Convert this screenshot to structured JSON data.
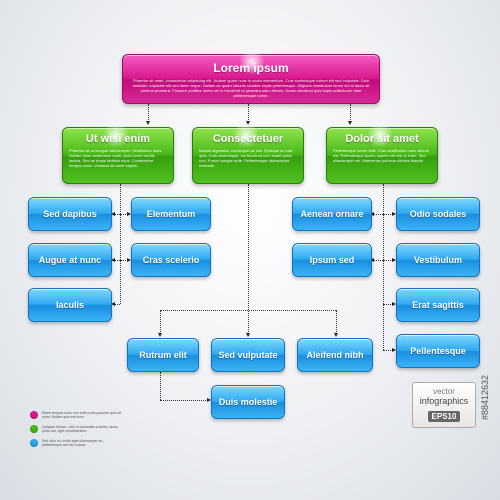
{
  "top": {
    "title": "Lorem ipsum",
    "text": "Pharetra sit amet, consectetur adipiscing elit. Nullam quam nunc is sociis elementum. Cras scelerisque rutrum elit sed vulputate. Duis molestie vulputate elit sed dulet neque. Nullam ac quam lobortis sodales turpis pellentesque. Aliquam vestibulum lorem dui id lacus sit pretium pharetra. Posuere porttitor lorem vel in hendrerit et pharetra odio ultrices. Donec tincidunt quis turpis sollicitudin vitae pellentesque lorem."
  },
  "groups": [
    {
      "title": "Ut wisi enim",
      "text": "Pharetra sit ut congue ullamcorper. Vestibulum risus. Nullam vitae vestibulum nulla. Quis lorem iaculis lacinia. Sed ac turpis facilisis risus. Consectetur tempus dolor. Vivamus sit amet sapien."
    },
    {
      "title": "Consectetuer",
      "text": "Mauris dignissim, consequat ac nisi. Quisque ac erat quis. Cras scelerisque, est tincidunt cum sodet porta non. Fusce congue ante. Pellentesque ullamcorper molestie."
    },
    {
      "title": "Dolor sit amet",
      "text": "Pellentesque lorem velit. Cras vestibulum nunc dictum est. Pellentesque quam, sapien vel nisi ut enim. Sed ullamcorper vel. Maecenas pulvinar ultrices blandit."
    }
  ],
  "nodes": {
    "sed_dapibus": "Sed dapibus",
    "elementum": "Elementum",
    "augue": "Augue at nunc",
    "cras": "Cras scelerio",
    "iaculis": "Iaculis",
    "aenean": "Aenean ornare",
    "odio": "Odio sodales",
    "ipsum": "Ipsum sed",
    "vestibulum": "Vestibulum",
    "erat": "Erat sagittis",
    "pellentesque": "Pellentesque",
    "rutrum": "Rutrum elit",
    "sed_vulputate": "Sed vulputate",
    "aleifend": "Aleifend nibh",
    "duis": "Duis molestie"
  },
  "legend": [
    {
      "color": "#d9198f",
      "text": "Etiam tempus nunc non ante porta posuere quis sit enim. Nullam quis est nunc."
    },
    {
      "color": "#49b81a",
      "text": "Quisque dictum, odio in venenatis sodales, lacus porta dui, eget condimentum."
    },
    {
      "color": "#2ea8ef",
      "text": "Sed odio mi, molis eget ullamcorper eu, pellentesque sed dui massa."
    }
  ],
  "badge": {
    "line1": "vector",
    "line2": "infographics",
    "line3": "EPS10"
  },
  "watermark": "#88412632",
  "colors": {
    "pink": "#d9198f",
    "green": "#49b81a",
    "blue": "#2ea8ef"
  }
}
